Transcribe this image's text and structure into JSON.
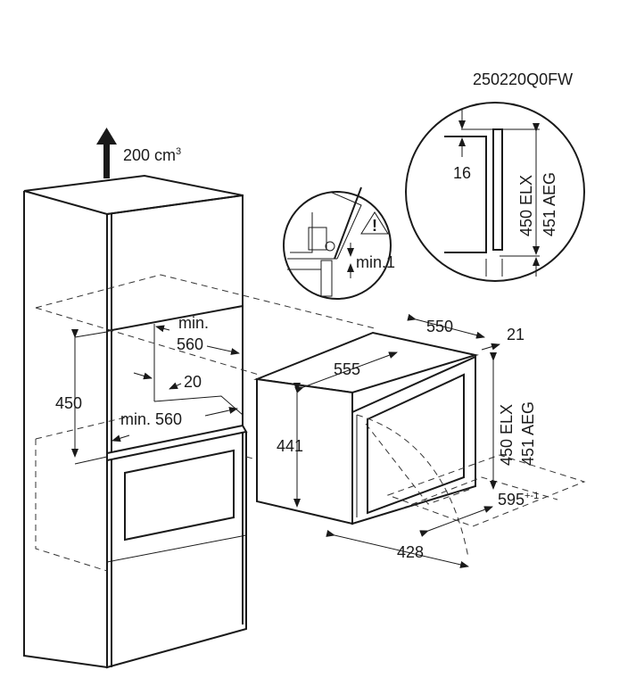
{
  "model_code": "250220Q0FW",
  "ventilation": {
    "value": "200 cm",
    "unit_sup": "3"
  },
  "cabinet": {
    "niche_depth_label_1": "min.",
    "niche_depth_label_2": "560",
    "niche_height": "450",
    "gap": "20",
    "niche_width": "min. 560"
  },
  "appliance": {
    "depth": "550",
    "door": "21",
    "width_top": "555",
    "height": "441",
    "total_height_elx": "450 ELX",
    "total_height_aeg": "451 AEG",
    "front_width": "595",
    "front_width_tol": "+-1",
    "door_swing": "428"
  },
  "detail_large": {
    "offset": "16",
    "height_elx": "450 ELX",
    "height_aeg": "451 AEG"
  },
  "detail_small": {
    "clearance": "min.1",
    "warning_symbol": "!"
  }
}
